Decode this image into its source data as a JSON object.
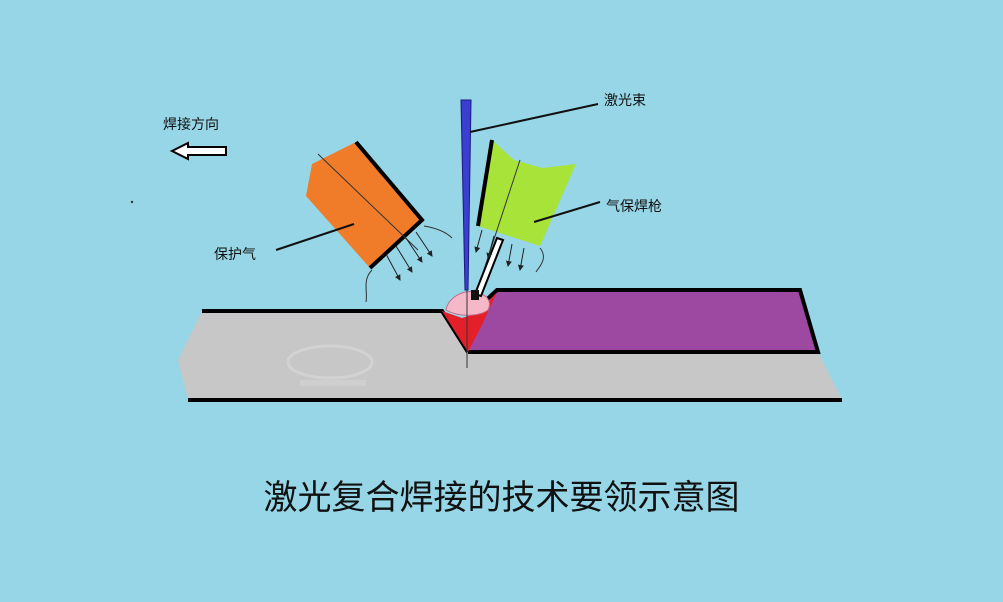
{
  "labels": {
    "welding_direction": "焊接方向",
    "laser_beam": "激光束",
    "gas_shield_torch": "气保焊枪",
    "shielding_gas": "保护气"
  },
  "caption": "激光复合焊接的技术要领示意图",
  "colors": {
    "background": "#96d6e6",
    "base_plate": "#c7c7c7",
    "upper_plate": "#9d49a2",
    "shield_nozzle": "#f07c2a",
    "torch_head": "#a8e33a",
    "laser_beam": "#3b3fd0",
    "weld_pool": "#e3202a",
    "plasma": "#f4b8c8"
  }
}
